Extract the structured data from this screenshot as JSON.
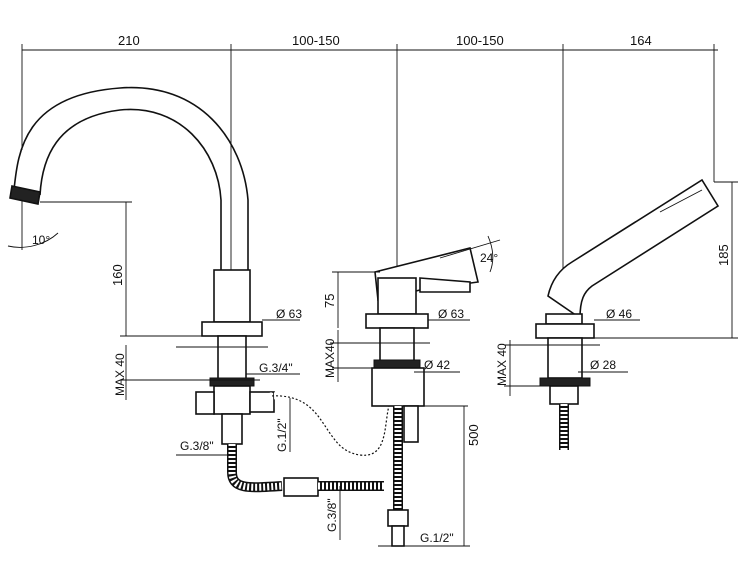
{
  "dimensions": {
    "top": [
      "210",
      "100-150",
      "100-150",
      "164"
    ],
    "spout_height": "160",
    "lever_height": "75",
    "shower_height": "185",
    "max_deck_spout": "MAX 40",
    "max_deck_mixer": "MAX40",
    "max_deck_shower": "MAX 40",
    "diam_spout": "Ø 63",
    "diam_mixer": "Ø 63",
    "diam_mixer_shank": "Ø 42",
    "diam_shower": "Ø 46",
    "diam_shower_shank": "Ø 28",
    "thread_spout": "G.3/4\"",
    "thread_hose": "G.1/2\"",
    "thread_tee": "G.3/8\"",
    "thread_supply": "G.3/8\"",
    "thread_bottom": "G.1/2\"",
    "hose_length": "500",
    "spout_angle": "10°",
    "lever_angle": "24°"
  }
}
